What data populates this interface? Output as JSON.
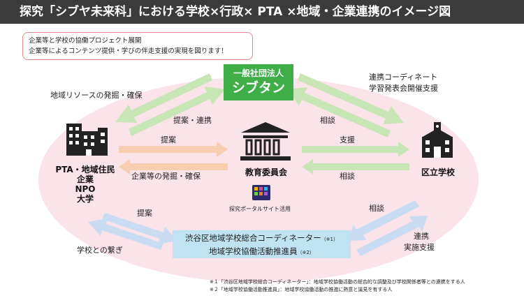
{
  "title": "探究「シブヤ未来科」における学校×行政× PTA ×地域・企業連携のイメージ図",
  "intro": {
    "line1": "企業等と学校の協働プロジェクト展開",
    "line2": "企業等によるコンテンツ提供・学びの伴走支援の実現を図ります！"
  },
  "nodes": {
    "shibutan": {
      "line1": "一般社団法人",
      "line2": "シブタン"
    },
    "community": {
      "lines": [
        "PTA・地域住民",
        "企業",
        "NPO",
        "大学"
      ]
    },
    "board": {
      "label": "教育委員会"
    },
    "school": {
      "label": "区立学校"
    },
    "portal": {
      "label": "探究ポータルサイト活用"
    },
    "coordinator": {
      "line1": "渋谷区地域学校総合コーディネーター",
      "line1_note": "（※1）",
      "line2": "地域学校協働活動推進員",
      "line2_note": "（※2）"
    }
  },
  "labels": {
    "resource": "地域リソースの発掘・確保",
    "proposal_coop": "提案・連携",
    "coordinate": "連携コーディネート",
    "presentation": "学習発表会開催支援",
    "consult_top": "相談",
    "proposal_mid": "提案",
    "support": "支援",
    "discover": "企業等の発掘・確保",
    "consult_mid": "相談",
    "proposal_low": "提案",
    "consult_low": "相談",
    "bond": "学校との繋ぎ",
    "coop": "連携",
    "impl": "実施支援"
  },
  "footnotes": [
    "※１「渋谷区地域学校総合コーディネーター」：地域学校協働活動の総合的な調整及び学校関係者等との連携をする人",
    "※２「地域学校協働活動推進員」：地域学校協働活動の推進に熱意と識見を有する人"
  ],
  "colors": {
    "green_arrow": "#c8e6b5",
    "orange_arrow": "#f8cdb0",
    "blue_arrow": "#c9dcf2",
    "oval": "#fbe3ea",
    "shibutan": "#3fae49",
    "coordinator": "#bfe3f1"
  }
}
